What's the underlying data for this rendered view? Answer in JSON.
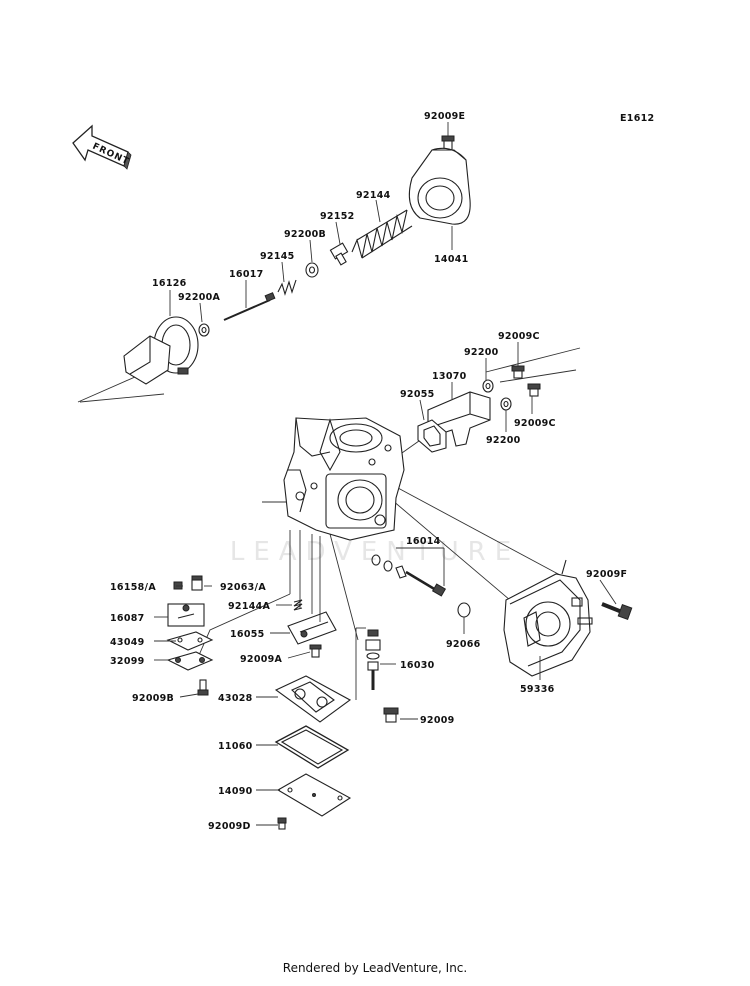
{
  "diagram": {
    "code": "E1612",
    "direction_label": "FRONT",
    "watermark": "LEADVENTURE",
    "footer": "Rendered by LeadVenture, Inc.",
    "parts": [
      {
        "key": "p92009E",
        "number": "92009E"
      },
      {
        "key": "p92144",
        "number": "92144"
      },
      {
        "key": "p92152",
        "number": "92152"
      },
      {
        "key": "p92200B",
        "number": "92200B"
      },
      {
        "key": "p92145",
        "number": "92145"
      },
      {
        "key": "p16017",
        "number": "16017"
      },
      {
        "key": "p16126",
        "number": "16126"
      },
      {
        "key": "p92200A",
        "number": "92200A"
      },
      {
        "key": "p14041",
        "number": "14041"
      },
      {
        "key": "p92009C_1",
        "number": "92009C"
      },
      {
        "key": "p92200_1",
        "number": "92200"
      },
      {
        "key": "p13070",
        "number": "13070"
      },
      {
        "key": "p92055",
        "number": "92055"
      },
      {
        "key": "p92009C_2",
        "number": "92009C"
      },
      {
        "key": "p92200_2",
        "number": "92200"
      },
      {
        "key": "p16014",
        "number": "16014"
      },
      {
        "key": "p92009F",
        "number": "92009F"
      },
      {
        "key": "p16158A",
        "number": "16158/A"
      },
      {
        "key": "p92063A",
        "number": "92063/A"
      },
      {
        "key": "p16087",
        "number": "16087"
      },
      {
        "key": "p92144A",
        "number": "92144A"
      },
      {
        "key": "p43049",
        "number": "43049"
      },
      {
        "key": "p16055",
        "number": "16055"
      },
      {
        "key": "p92066",
        "number": "92066"
      },
      {
        "key": "p32099",
        "number": "32099"
      },
      {
        "key": "p92009A",
        "number": "92009A"
      },
      {
        "key": "p16030",
        "number": "16030"
      },
      {
        "key": "p59336",
        "number": "59336"
      },
      {
        "key": "p92009B",
        "number": "92009B"
      },
      {
        "key": "p43028",
        "number": "43028"
      },
      {
        "key": "p92009",
        "number": "92009"
      },
      {
        "key": "p11060",
        "number": "11060"
      },
      {
        "key": "p14090",
        "number": "14090"
      },
      {
        "key": "p92009D",
        "number": "92009D"
      }
    ]
  }
}
